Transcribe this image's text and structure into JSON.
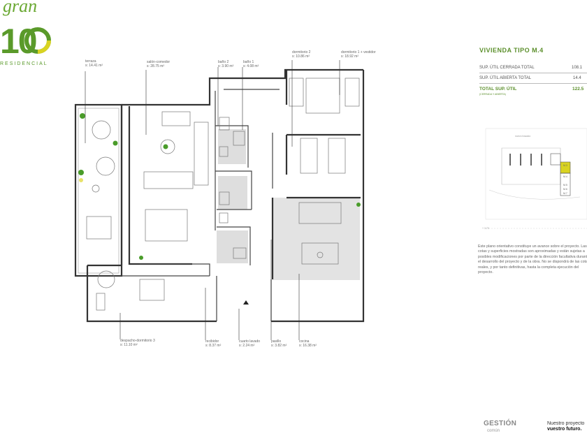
{
  "brand": {
    "script": "gran",
    "numeral": "10",
    "subtitle": "RESIDENCIAL"
  },
  "rooms": [
    {
      "id": "terraza",
      "name": "terraza",
      "area": "s: 14.41 m²"
    },
    {
      "id": "salon",
      "name": "salón-comedor",
      "area": "s: 28.75 m²"
    },
    {
      "id": "bano2",
      "name": "baño 2",
      "area": "s: 3.90 m²"
    },
    {
      "id": "bano1",
      "name": "baño 1",
      "area": "s: 4.08 m²"
    },
    {
      "id": "dorm2",
      "name": "dormitorio 2",
      "area": "s: 10.86 m²"
    },
    {
      "id": "dorm1",
      "name": "dormitorio 1 + vestidor",
      "area": "s: 18.92 m²"
    },
    {
      "id": "despacho",
      "name": "despacho-dormitorio 3",
      "area": "s: 11.10 m²"
    },
    {
      "id": "recibidor",
      "name": "recibidor",
      "area": "s: 8.37 m²"
    },
    {
      "id": "lavado",
      "name": "cuarto lavado",
      "area": "s: 2.24 m²"
    },
    {
      "id": "pasillo",
      "name": "pasillo",
      "area": "s: 3.82 m²"
    },
    {
      "id": "cocina",
      "name": "cocina",
      "area": "s: 16.38 m²"
    }
  ],
  "summary": {
    "title": "VIVIENDA TIPO M.4",
    "row1_label": "SUP.  ÚTIL CERRADA TOTAL",
    "row1_value": "108.1",
    "row2_label": "SUP.  ÚTIL ABIERTA TOTAL",
    "row2_value": "14.4",
    "total_label": "TOTAL SUP.  ÚTIL",
    "total_value": "122.5",
    "total_sub": "(CERRADA Y ABIERTA)"
  },
  "keyplan": {
    "street": "nuevo trazado",
    "unit_tags": [
      "M.3",
      "M.4",
      "M.5",
      "M.6",
      "M.7"
    ],
    "scale_label": "+ 3.70"
  },
  "disclaimer": "Este plano orientativo constituye un avance sobre el proyecto. Las cotas y superficies mostradas son aproximadas y están sujetas a posibles modificaciones por parte de la dirección facultativa durante el desarrollo del proyecto y de la obra. No se dispondrá de las cotas reales, y por tanto definitivas, hasta la completa ejecución del proyecto.",
  "footer": {
    "company": "GESTIÓN",
    "company_sub": "común",
    "slogan_line1": "Nuestro proyecto",
    "slogan_line2": "vuestro futuro."
  },
  "colors": {
    "brand_green": "#5b8f2b",
    "logo_yellow": "#d9d321",
    "wall": "#333333",
    "shade": "#dcdcdc"
  }
}
